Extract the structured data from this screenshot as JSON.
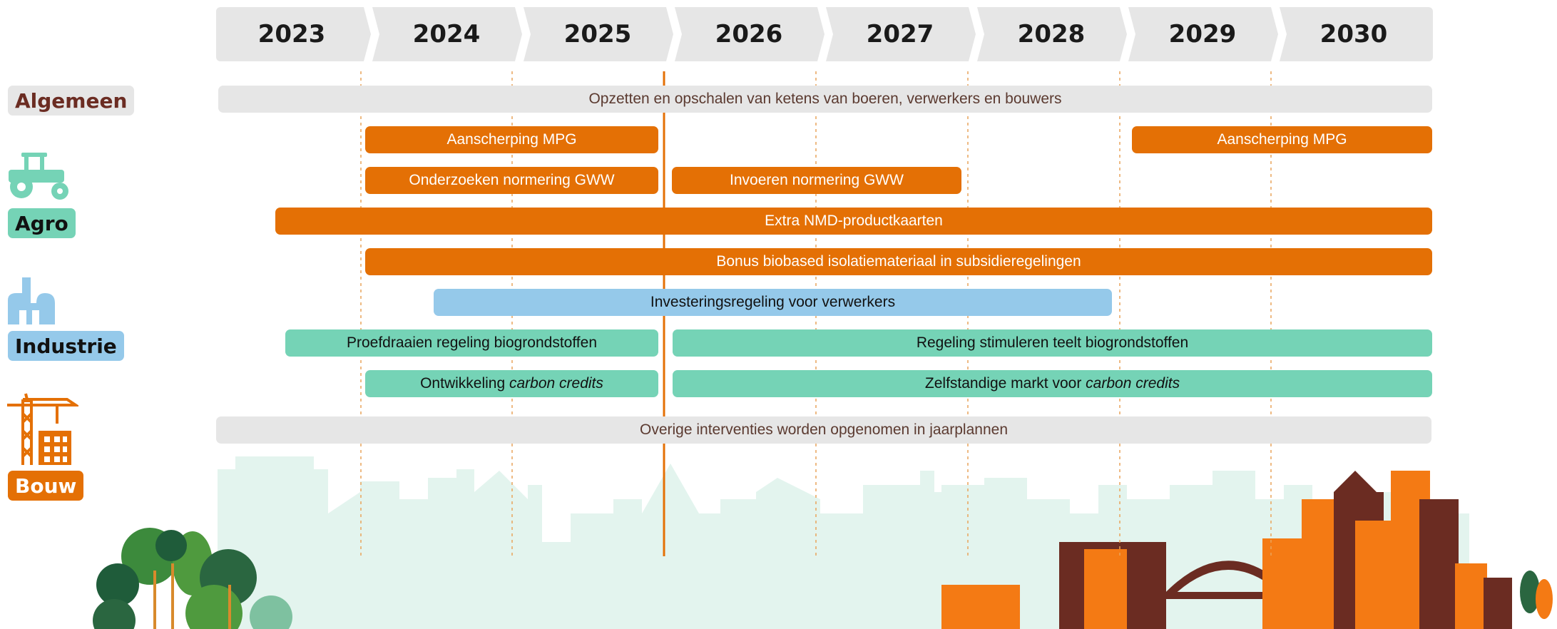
{
  "years": [
    "2023",
    "2024",
    "2025",
    "2026",
    "2027",
    "2028",
    "2029",
    "2030"
  ],
  "categories": {
    "algemeen": "Algemeen",
    "agro": "Agro",
    "industrie": "Industrie",
    "bouw": "Bouw"
  },
  "bars": {
    "b1": "Opzetten en opschalen van ketens van boeren, verwerkers en bouwers",
    "b2": "Aanscherping MPG",
    "b3": "Aanscherping MPG",
    "b4": "Onderzoeken normering GWW",
    "b5": "Invoeren normering GWW",
    "b6": "Extra NMD-productkaarten",
    "b7": "Bonus biobased isolatiemateriaal in subsidieregelingen",
    "b8": "Investeringsregeling voor verwerkers",
    "b9": "Proefdraaien regeling biogrondstoffen",
    "b10": "Regeling stimuleren teelt biogrondstoffen",
    "b11_prefix": "Ontwikkeling ",
    "b11_em": "carbon credits",
    "b12_prefix": "Zelfstandige markt voor ",
    "b12_em": "carbon credits",
    "b13": "Overige interventies worden opgenomen in jaarplannen"
  },
  "colors": {
    "orange": "#e47005",
    "blue": "#95c9ea",
    "green": "#75d3b6",
    "grey": "#e6e6e6",
    "brown": "#5b3a30",
    "dark_brown": "#6b2c22",
    "skyline": "#e3f4ee"
  }
}
